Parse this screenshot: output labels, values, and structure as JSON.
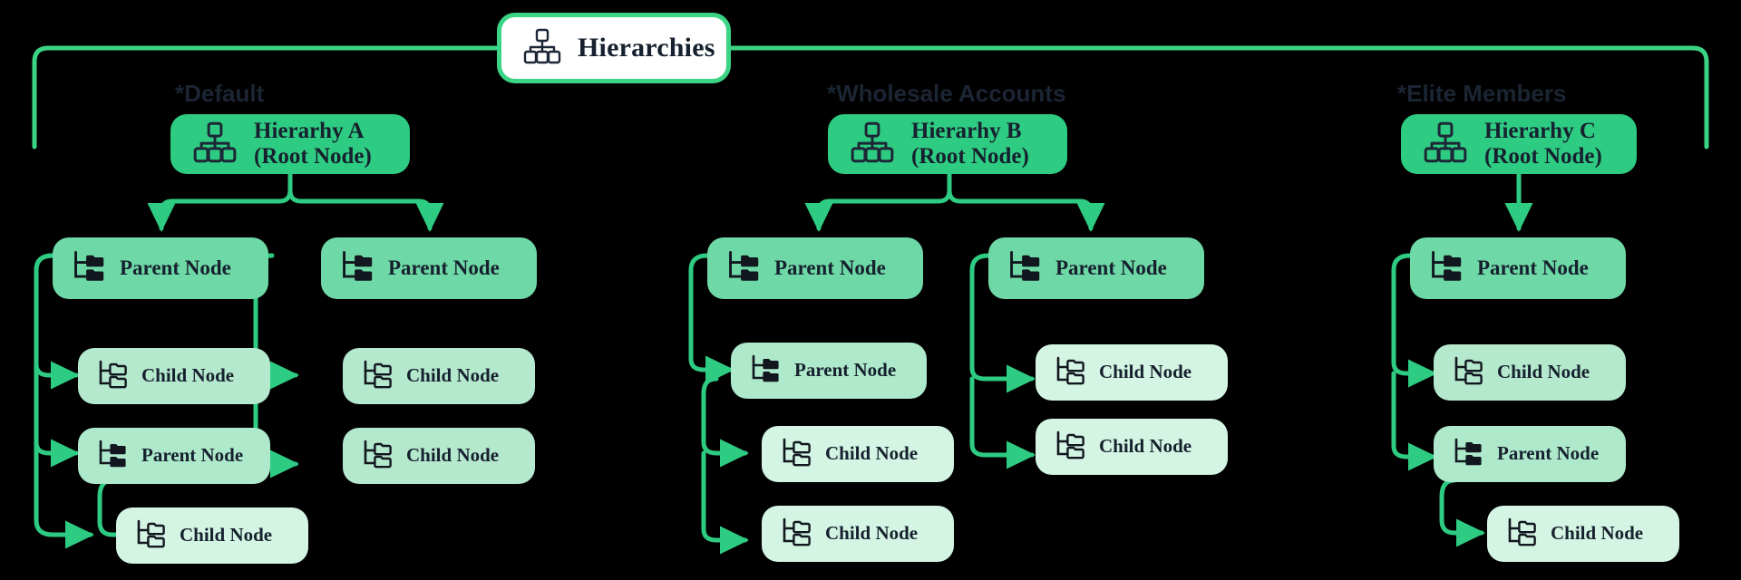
{
  "theme": {
    "background": "#000000",
    "accent_green": "#2ECC82",
    "rail_green": "#3BD485",
    "title_bg": "#FFFFFF",
    "root_bg": "#2ECC82",
    "parent_bg": "#6ED9A6",
    "parent_deep_bg": "#AEE9CB",
    "child_bg": "#B5E9CE",
    "child_deep_bg": "#D4F5E3",
    "text_dark": "#16202E",
    "heading_color": "#1B2533"
  },
  "title": {
    "label": "Hierarchies",
    "icon": "hierarchy-icon"
  },
  "columns": [
    {
      "heading": "*Default",
      "root": {
        "label": "Hierarhy A\n(Root Node)",
        "icon": "hierarchy-icon"
      },
      "nodes": [
        {
          "label": "Parent Node",
          "icon": "folder-tree-filled-icon",
          "kind": "parent"
        },
        {
          "label": "Child Node",
          "icon": "folder-tree-outline-icon",
          "kind": "child"
        },
        {
          "label": "Parent Node",
          "icon": "folder-tree-filled-icon",
          "kind": "parent-deep"
        },
        {
          "label": "Child Node",
          "icon": "folder-tree-outline-icon",
          "kind": "child-deep"
        },
        {
          "label": "Parent Node",
          "icon": "folder-tree-filled-icon",
          "kind": "parent"
        },
        {
          "label": "Child Node",
          "icon": "folder-tree-outline-icon",
          "kind": "child"
        },
        {
          "label": "Child Node",
          "icon": "folder-tree-outline-icon",
          "kind": "child"
        }
      ]
    },
    {
      "heading": "*Wholesale Accounts",
      "root": {
        "label": "Hierarhy B\n(Root Node)",
        "icon": "hierarchy-icon"
      },
      "nodes": [
        {
          "label": "Parent Node",
          "icon": "folder-tree-filled-icon",
          "kind": "parent"
        },
        {
          "label": "Parent Node",
          "icon": "folder-tree-filled-icon",
          "kind": "parent-deep"
        },
        {
          "label": "Child Node",
          "icon": "folder-tree-outline-icon",
          "kind": "child-deep"
        },
        {
          "label": "Child Node",
          "icon": "folder-tree-outline-icon",
          "kind": "child-deep"
        },
        {
          "label": "Parent Node",
          "icon": "folder-tree-filled-icon",
          "kind": "parent"
        },
        {
          "label": "Child Node",
          "icon": "folder-tree-outline-icon",
          "kind": "child-deep"
        },
        {
          "label": "Child Node",
          "icon": "folder-tree-outline-icon",
          "kind": "child-deep"
        }
      ]
    },
    {
      "heading": "*Elite Members",
      "root": {
        "label": "Hierarhy C\n(Root Node)",
        "icon": "hierarchy-icon"
      },
      "nodes": [
        {
          "label": "Parent Node",
          "icon": "folder-tree-filled-icon",
          "kind": "parent"
        },
        {
          "label": "Child Node",
          "icon": "folder-tree-outline-icon",
          "kind": "child"
        },
        {
          "label": "Parent Node",
          "icon": "folder-tree-filled-icon",
          "kind": "parent-deep"
        },
        {
          "label": "Child Node",
          "icon": "folder-tree-outline-icon",
          "kind": "child-deep"
        }
      ]
    }
  ]
}
